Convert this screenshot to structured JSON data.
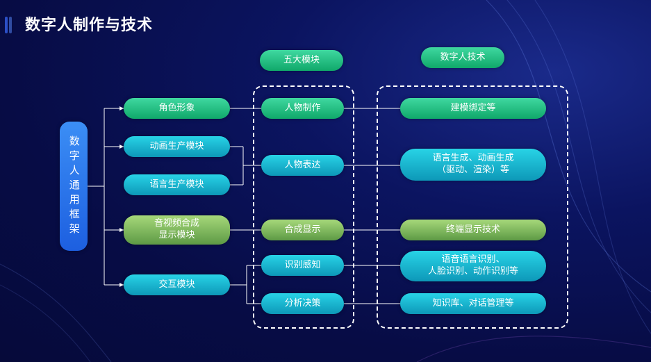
{
  "title": "数字人制作与技术",
  "headers": {
    "modules": "五大模块",
    "tech": "数字人技术"
  },
  "root": "数字人通用框架",
  "components": [
    "角色形象",
    "动画生产模块",
    "语言生产模块",
    "音视频合成\n显示模块",
    "交互模块"
  ],
  "modules": [
    "人物制作",
    "人物表达",
    "合成显示",
    "识别感知",
    "分析决策"
  ],
  "techs": [
    "建模绑定等",
    "语言生成、动画生成\n（驱动、渲染）等",
    "终端显示技术",
    "语音语言识别、\n人脸识别、动作识别等",
    "知识库、对话管理等"
  ],
  "colors": {
    "background": "#070c45",
    "green": "#10a86a",
    "cyan": "#0d98b8",
    "olive": "#5d9a45",
    "blue": "#1d5fe0",
    "line": "#ffffff"
  }
}
